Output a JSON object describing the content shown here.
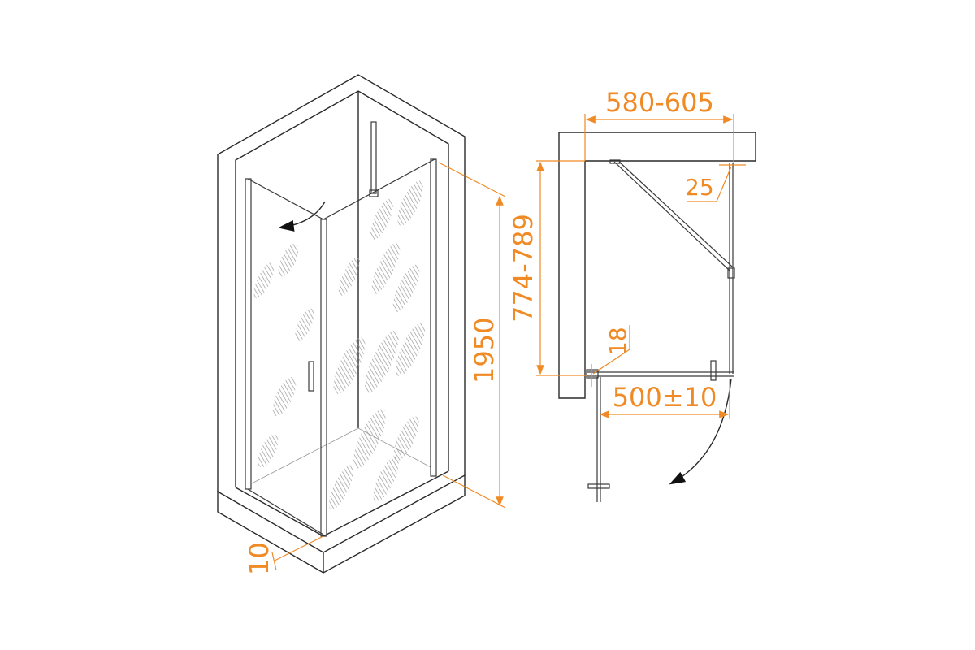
{
  "colors": {
    "dimension": "#f08a24",
    "line": "#2a2a2a"
  },
  "isometric_view": {
    "height_label": "1950",
    "profile_label": "10"
  },
  "plan_view": {
    "width_label": "580-605",
    "depth_label": "774-789",
    "gap_top_label": "25",
    "gap_wall_label": "18",
    "door_label": "500±10"
  }
}
